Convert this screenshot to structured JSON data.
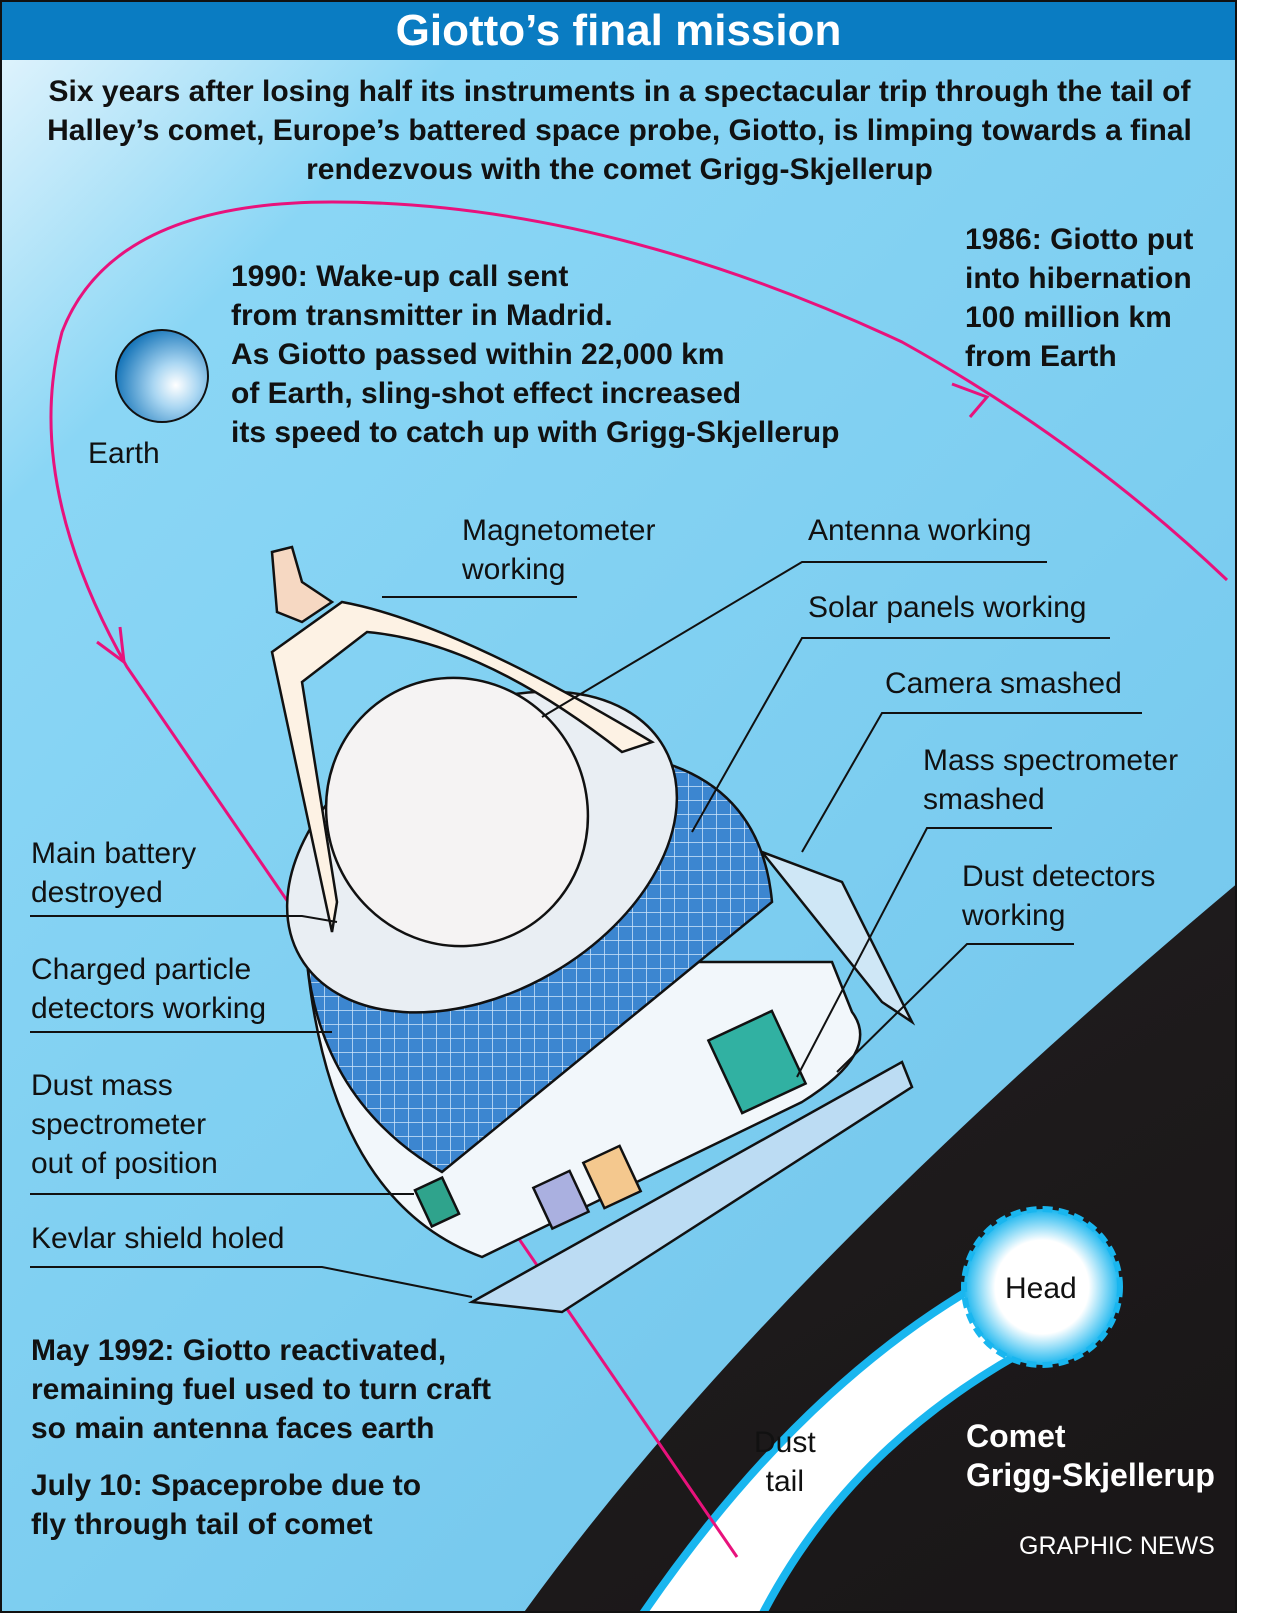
{
  "title": "Giotto’s final mission",
  "intro": "Six years after losing half its instruments in a spectacular trip through the tail of Halley’s comet, Europe’s battered space probe, Giotto, is limping towards a final rendezvous with the comet Grigg-Skjellerup",
  "notes": {
    "hibernation": [
      "1986: Giotto put",
      "into hibernation",
      "100 million km",
      "from Earth"
    ],
    "wakeup": [
      "1990: Wake-up call sent",
      "from transmitter in Madrid.",
      "As Giotto passed within 22,000 km",
      "of Earth, sling-shot effect increased",
      "its speed to catch up with Grigg-Skjellerup"
    ],
    "reactivated": [
      "May 1992: Giotto reactivated,",
      "remaining fuel used to turn craft",
      "so main antenna faces earth"
    ],
    "july": [
      "July 10:  Spaceprobe due to",
      "fly through tail of comet"
    ]
  },
  "earth_label": "Earth",
  "labels": {
    "magnetometer": [
      "Magnetometer",
      "working"
    ],
    "antenna": "Antenna working",
    "solar": "Solar panels working",
    "camera": "Camera smashed",
    "mass_spec": [
      "Mass spectrometer",
      "smashed"
    ],
    "dust_detectors": [
      "Dust detectors",
      "working"
    ],
    "battery": [
      "Main battery",
      "destroyed"
    ],
    "charged": [
      "Charged particle",
      "detectors working"
    ],
    "dust_mass": [
      "Dust mass",
      "spectrometer",
      "out of position"
    ],
    "kevlar": "Kevlar shield holed"
  },
  "comet": {
    "head": "Head",
    "dust_tail": [
      "Dust",
      "tail"
    ],
    "name": [
      "Comet",
      "Grigg-Skjellerup"
    ]
  },
  "credit": "GRAPHIC NEWS",
  "colors": {
    "title_bar": "#0a7cc2",
    "orbit": "#e8127c",
    "sky": "#7ccdf0",
    "space": "#1a1718"
  }
}
